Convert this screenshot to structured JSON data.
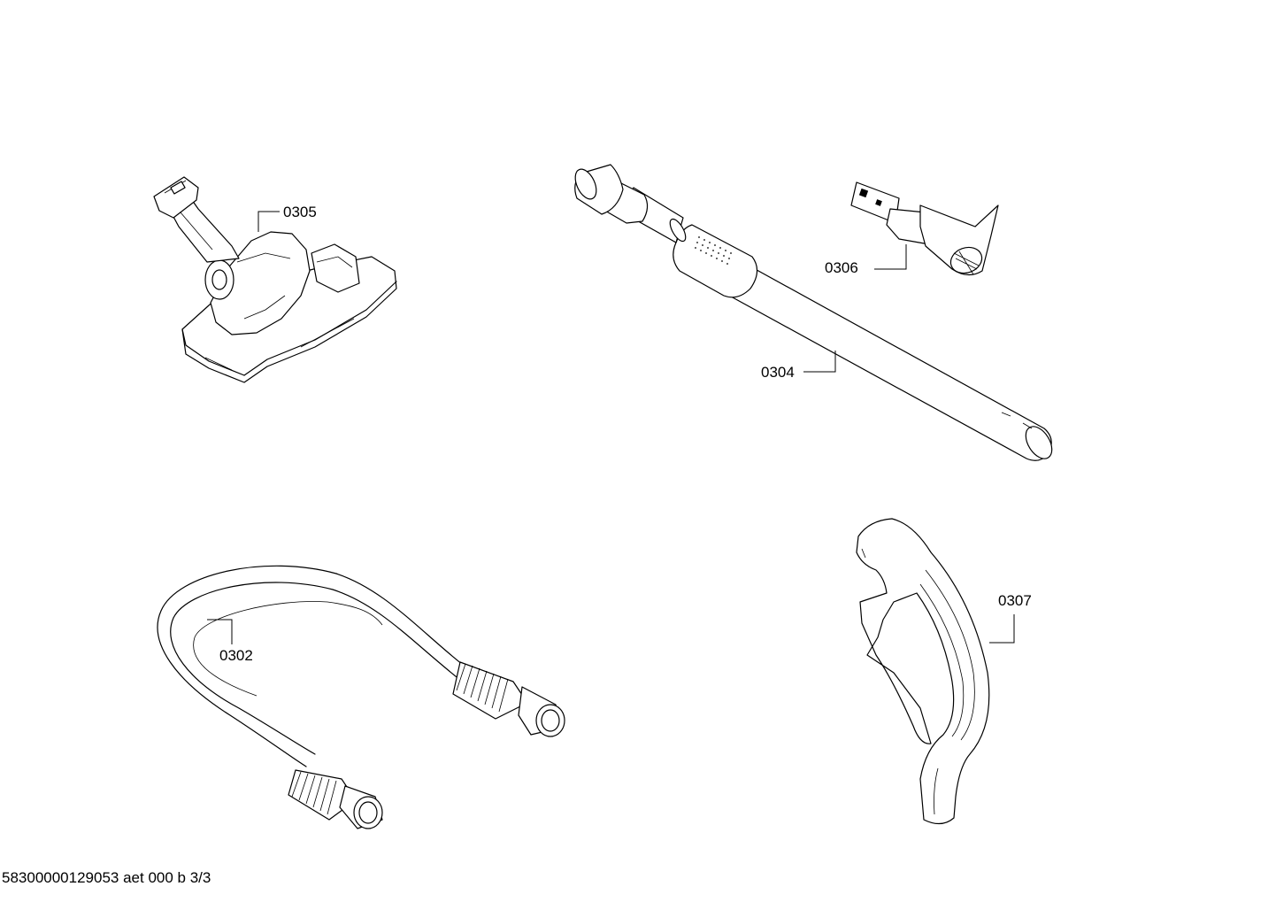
{
  "parts": [
    {
      "id": "0305",
      "name": "floor-nozzle"
    },
    {
      "id": "0304",
      "name": "telescopic-tube"
    },
    {
      "id": "0306",
      "name": "upholstery-nozzle"
    },
    {
      "id": "0302",
      "name": "suction-hose"
    },
    {
      "id": "0307",
      "name": "handle"
    }
  ],
  "footer": {
    "code": "58300000129053 aet 000 b 3/3"
  }
}
